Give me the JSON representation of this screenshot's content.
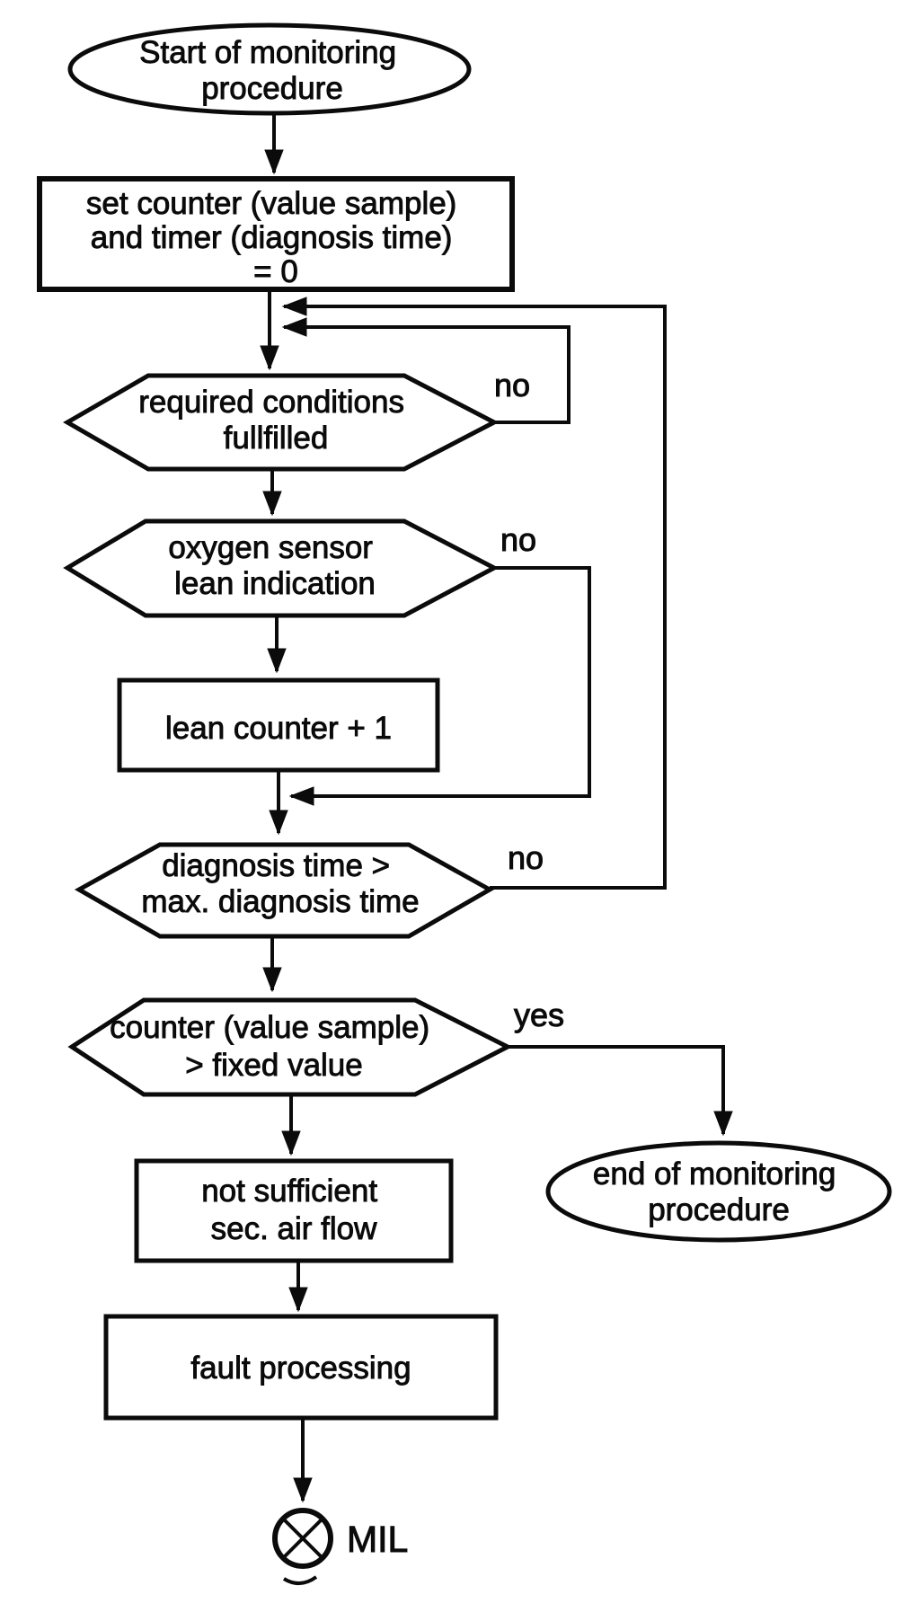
{
  "figure": {
    "type": "flowchart",
    "background_color": "#ffffff",
    "ink_color": "#0b0b0b"
  },
  "nodes": {
    "start": {
      "shape": "terminator-ellipse",
      "lines": [
        "Start of monitoring",
        "procedure"
      ]
    },
    "init_counters": {
      "shape": "process-rect",
      "lines": [
        "set counter (value sample)",
        "and timer (diagnosis time)",
        "= 0"
      ]
    },
    "required_conditions": {
      "shape": "decision-hexagon",
      "lines": [
        "required conditions",
        "fullfilled"
      ]
    },
    "oxygen_sensor": {
      "shape": "decision-hexagon",
      "lines": [
        "oxygen sensor",
        "lean indication"
      ]
    },
    "lean_counter": {
      "shape": "process-rect",
      "lines": [
        "lean counter + 1"
      ]
    },
    "diagnosis_time": {
      "shape": "decision-hexagon",
      "lines": [
        "diagnosis time >",
        "max. diagnosis time"
      ]
    },
    "counter_check": {
      "shape": "decision-hexagon",
      "lines": [
        "counter (value sample)",
        "> fixed value"
      ]
    },
    "end": {
      "shape": "terminator-ellipse",
      "lines": [
        "end of monitoring",
        "procedure"
      ]
    },
    "not_sufficient": {
      "shape": "process-rect",
      "lines": [
        "not sufficient",
        "sec. air flow"
      ]
    },
    "fault_processing": {
      "shape": "process-rect",
      "lines": [
        "fault processing"
      ]
    },
    "mil": {
      "shape": "lamp-symbol",
      "label": "MIL"
    }
  },
  "edges": {
    "required_conditions_no": {
      "label": "no"
    },
    "oxygen_sensor_no": {
      "label": "no"
    },
    "diagnosis_time_no": {
      "label": "no"
    },
    "counter_check_yes": {
      "label": "yes"
    }
  }
}
